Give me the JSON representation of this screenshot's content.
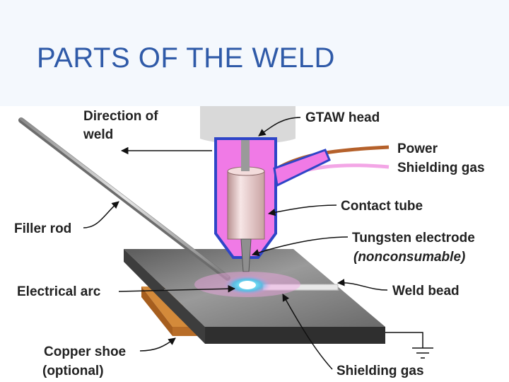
{
  "slide": {
    "title": "PARTS OF THE WELD"
  },
  "diagram": {
    "labels": {
      "direction_line1": "Direction of",
      "direction_line2": "weld",
      "gtaw_head": "GTAW head",
      "power": "Power",
      "shielding_gas_top": "Shielding gas",
      "contact_tube": "Contact tube",
      "filler_rod": "Filler rod",
      "tungsten_line1": "Tungsten electrode",
      "tungsten_line2": "(nonconsumable)",
      "electrical_arc": "Electrical arc",
      "weld_bead": "Weld bead",
      "copper_shoe_line1": "Copper shoe",
      "copper_shoe_line2": "(optional)",
      "shielding_gas_bottom": "Shielding gas"
    },
    "colors": {
      "title": "#2f5aa8",
      "torch_body": "#f07ae6",
      "torch_outline": "#2e45c8",
      "power_cable": "#b5612b",
      "gas_hose": "#f3a6e6",
      "metal_plate": "#6e6e6e",
      "copper_shoe": "#c8772a",
      "arc_glow": "#5fe3ff",
      "head_gray": "#d9d9d9"
    }
  }
}
